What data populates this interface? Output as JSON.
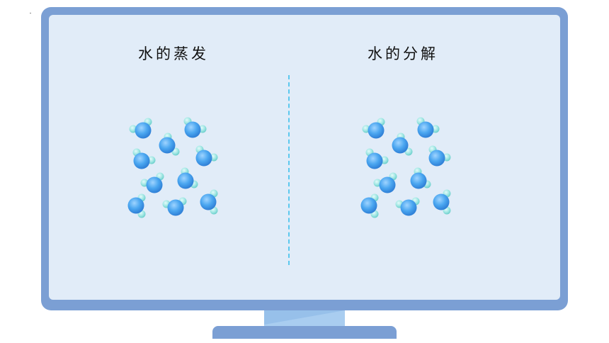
{
  "panels": {
    "left_title": "水的蒸发",
    "right_title": "水的分解"
  },
  "colors": {
    "frame": "#7b9fd4",
    "screen": "#e1ecf8",
    "oxygen": "#4aa6f0",
    "hydrogen": "#8fe3e0",
    "divider": "#5bc8ee"
  },
  "molecule_count_per_panel": 10
}
